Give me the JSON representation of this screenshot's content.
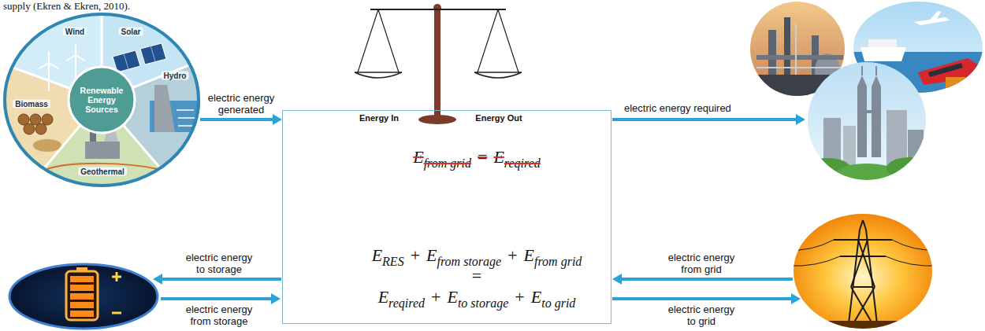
{
  "diagram": {
    "nodes": [
      {
        "text": [
          "Wind",
          "Solar",
          "Hydro",
          "Renewable Energy Sources",
          "Biomass",
          "Geothermal"
        ]
      },
      {
        "text": [
          "Energy In",
          "Energy Out",
          "E",
          "from grid",
          "=",
          "E",
          "reqired",
          "E",
          "RES",
          "+",
          "E",
          "from storage",
          "+",
          "E",
          "from grid",
          "=",
          "E",
          "reqired",
          "+",
          "E",
          "to storage",
          "+",
          "E",
          "to grid"
        ]
      }
    ],
    "edges": [
      {
        "from": 0,
        "to": 1,
        "arrow": "to",
        "label": "electric energy generated"
      }
    ],
    "labels": [
      "supply (Ekren & Ekren, 2010).",
      "electric energy required",
      "electric energy to storage",
      "electric energy from storage",
      "electric energy from grid",
      "electric energy to grid"
    ]
  }
}
